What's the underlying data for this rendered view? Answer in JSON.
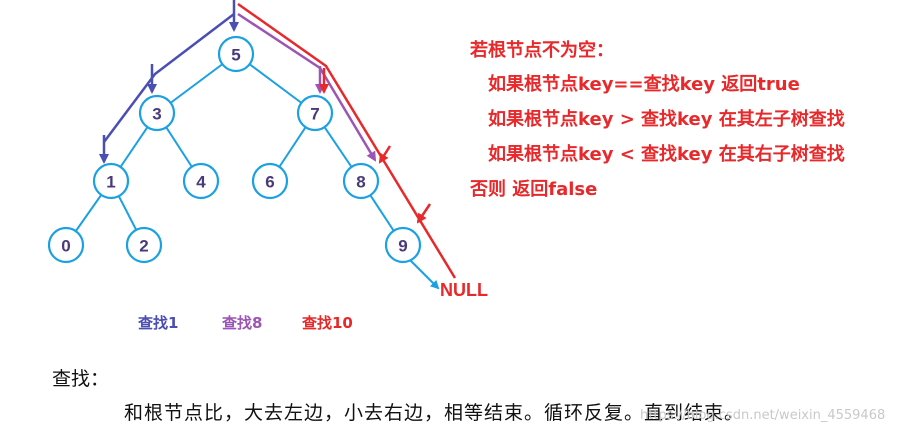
{
  "tree": {
    "nodes": [
      {
        "key": "n5",
        "label": "5"
      },
      {
        "key": "n3",
        "label": "3"
      },
      {
        "key": "n7",
        "label": "7"
      },
      {
        "key": "n1",
        "label": "1"
      },
      {
        "key": "n4",
        "label": "4"
      },
      {
        "key": "n6",
        "label": "6"
      },
      {
        "key": "n8",
        "label": "8"
      },
      {
        "key": "n0",
        "label": "0"
      },
      {
        "key": "n2",
        "label": "2"
      },
      {
        "key": "n9",
        "label": "9"
      }
    ],
    "edges": [
      [
        "n5",
        "n3"
      ],
      [
        "n5",
        "n7"
      ],
      [
        "n3",
        "n1"
      ],
      [
        "n3",
        "n4"
      ],
      [
        "n7",
        "n6"
      ],
      [
        "n7",
        "n8"
      ],
      [
        "n1",
        "n0"
      ],
      [
        "n1",
        "n2"
      ],
      [
        "n8",
        "n9"
      ]
    ],
    "null_label": "NULL"
  },
  "rules": {
    "line1": "若根节点不为空：",
    "line2": "如果根节点key==查找key  返回true",
    "line3": "如果根节点key >  查找key  在其左子树查找",
    "line4": "如果根节点key <  查找key  在其右子树查找",
    "line5": "否则  返回false"
  },
  "legend": {
    "search1": {
      "label": "查找1",
      "color": "#4b4eb3"
    },
    "search8": {
      "label": "查找8",
      "color": "#9c54b5"
    },
    "search10": {
      "label": "查找10",
      "color": "#e8282a"
    }
  },
  "description": {
    "title": "查找：",
    "text": "和根节点比，大去左边，小去右边，相等结束。循环反复。直到结束。"
  },
  "watermark": "https://blog.csdn.net/weixin_4559468"
}
